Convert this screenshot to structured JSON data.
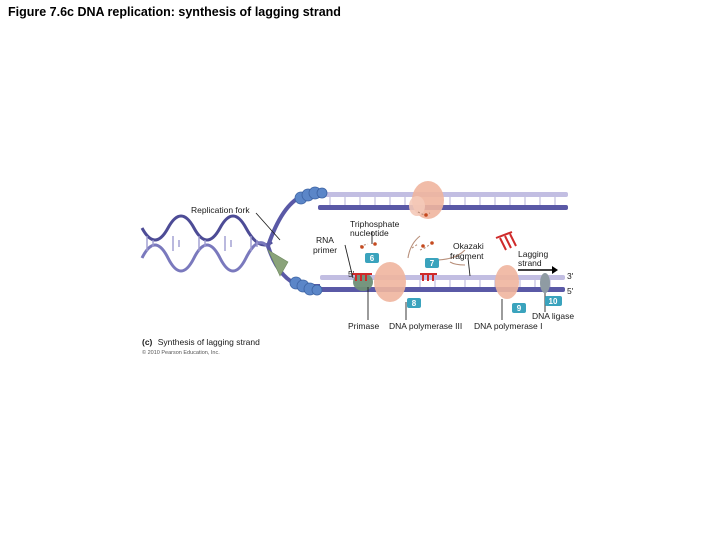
{
  "title": "Figure 7.6c DNA replication: synthesis of lagging strand",
  "labels": {
    "replication_fork": "Replication fork",
    "triphosphate_line1": "Triphosphate",
    "triphosphate_line2": "nucleotide",
    "rna_line1": "RNA",
    "rna_line2": "primer",
    "okazaki_line1": "Okazaki",
    "okazaki_line2": "fragment",
    "lagging_line1": "Lagging",
    "lagging_line2": "strand",
    "five_prime_left": "5'",
    "three_prime_right": "3'",
    "five_prime_right": "5'",
    "dna_ligase": "DNA ligase",
    "primase": "Primase",
    "dna_pol_iii": "DNA polymerase III",
    "dna_pol_i": "DNA polymerase I"
  },
  "steps": [
    "6",
    "7",
    "8",
    "9",
    "10"
  ],
  "caption_letter": "(c)",
  "caption_text": "Synthesis of lagging strand",
  "copyright": "© 2010 Pearson Education, Inc.",
  "colors": {
    "strand_light": "#b7b2dd",
    "strand_dark": "#5a59a6",
    "helix": "#4d4c96",
    "helicase": "#5b86c8",
    "polymerase": "#efb59e",
    "primer": "#cf2a2a",
    "step_badge": "#3aa3bd",
    "ligase": "#8f9ba3",
    "primase": "#8aa37a"
  }
}
